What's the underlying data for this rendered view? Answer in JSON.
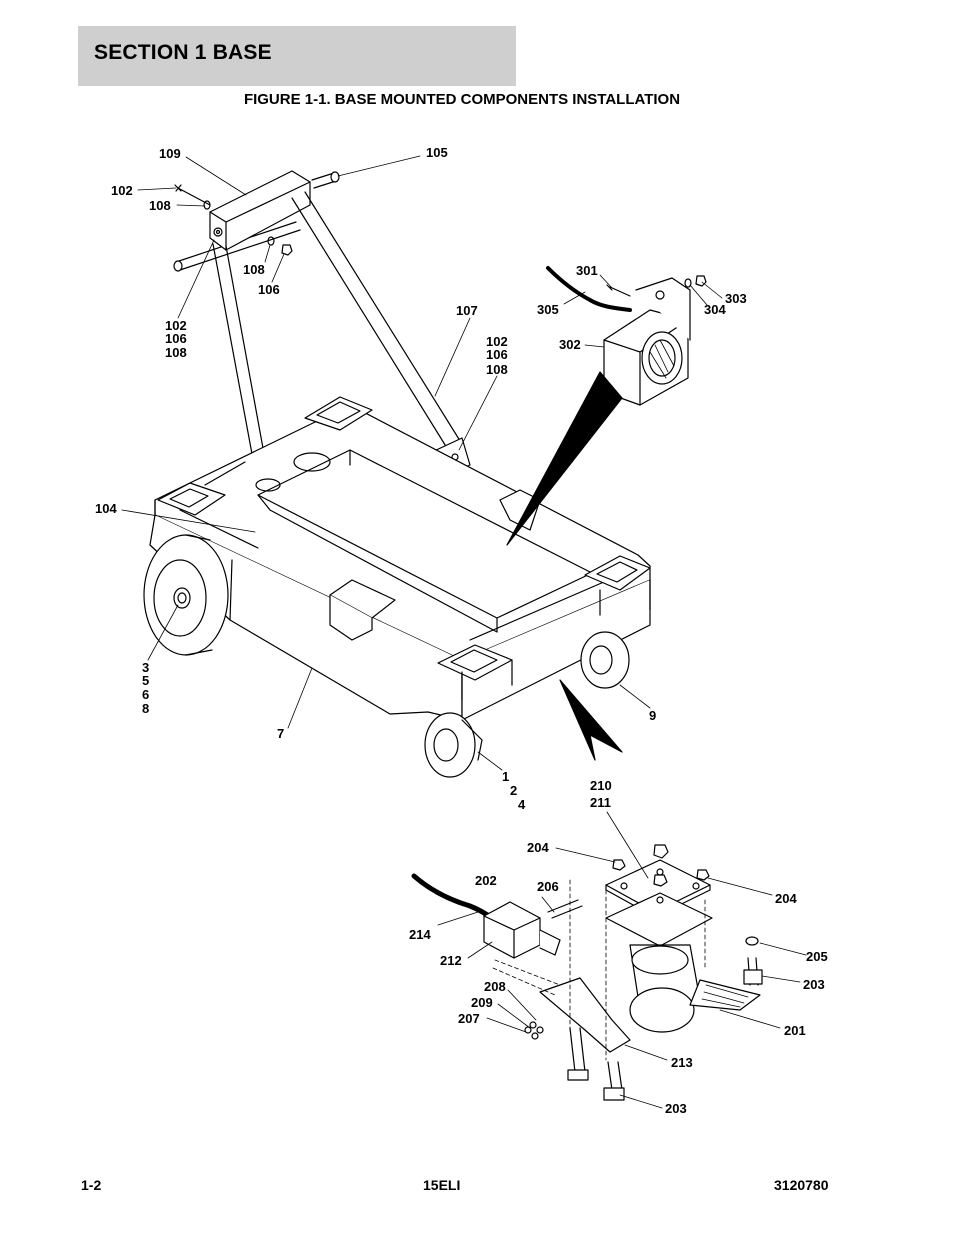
{
  "header": {
    "section_title": "SECTION 1  BASE"
  },
  "figure": {
    "title": "FIGURE 1-1. BASE MOUNTED COMPONENTS INSTALLATION",
    "callouts": [
      {
        "id": "c109",
        "label": "109"
      },
      {
        "id": "c105",
        "label": "105"
      },
      {
        "id": "c102a",
        "label": "102"
      },
      {
        "id": "c108a",
        "label": "108"
      },
      {
        "id": "c108b",
        "label": "108"
      },
      {
        "id": "c106a",
        "label": "106"
      },
      {
        "id": "c102b",
        "label": "102"
      },
      {
        "id": "c106b",
        "label": "106"
      },
      {
        "id": "c108c",
        "label": "108"
      },
      {
        "id": "c107",
        "label": "107"
      },
      {
        "id": "c102c",
        "label": "102"
      },
      {
        "id": "c106c",
        "label": "106"
      },
      {
        "id": "c108d",
        "label": "108"
      },
      {
        "id": "c301",
        "label": "301"
      },
      {
        "id": "c305",
        "label": "305"
      },
      {
        "id": "c303",
        "label": "303"
      },
      {
        "id": "c304",
        "label": "304"
      },
      {
        "id": "c302",
        "label": "302"
      },
      {
        "id": "c104",
        "label": "104"
      },
      {
        "id": "c3",
        "label": "3"
      },
      {
        "id": "c5",
        "label": "5"
      },
      {
        "id": "c6",
        "label": "6"
      },
      {
        "id": "c8",
        "label": "8"
      },
      {
        "id": "c7",
        "label": "7"
      },
      {
        "id": "c9",
        "label": "9"
      },
      {
        "id": "c1",
        "label": "1"
      },
      {
        "id": "c2",
        "label": "2"
      },
      {
        "id": "c4",
        "label": "4"
      },
      {
        "id": "c210",
        "label": "210"
      },
      {
        "id": "c211",
        "label": "211"
      },
      {
        "id": "c204a",
        "label": "204"
      },
      {
        "id": "c204b",
        "label": "204"
      },
      {
        "id": "c202",
        "label": "202"
      },
      {
        "id": "c206",
        "label": "206"
      },
      {
        "id": "c214",
        "label": "214"
      },
      {
        "id": "c212",
        "label": "212"
      },
      {
        "id": "c205",
        "label": "205"
      },
      {
        "id": "c203a",
        "label": "203"
      },
      {
        "id": "c208",
        "label": "208"
      },
      {
        "id": "c209",
        "label": "209"
      },
      {
        "id": "c207",
        "label": "207"
      },
      {
        "id": "c201",
        "label": "201"
      },
      {
        "id": "c213",
        "label": "213"
      },
      {
        "id": "c203b",
        "label": "203"
      }
    ]
  },
  "footer": {
    "page": "1-2",
    "model": "15ELI",
    "doc_number": "3120780"
  }
}
